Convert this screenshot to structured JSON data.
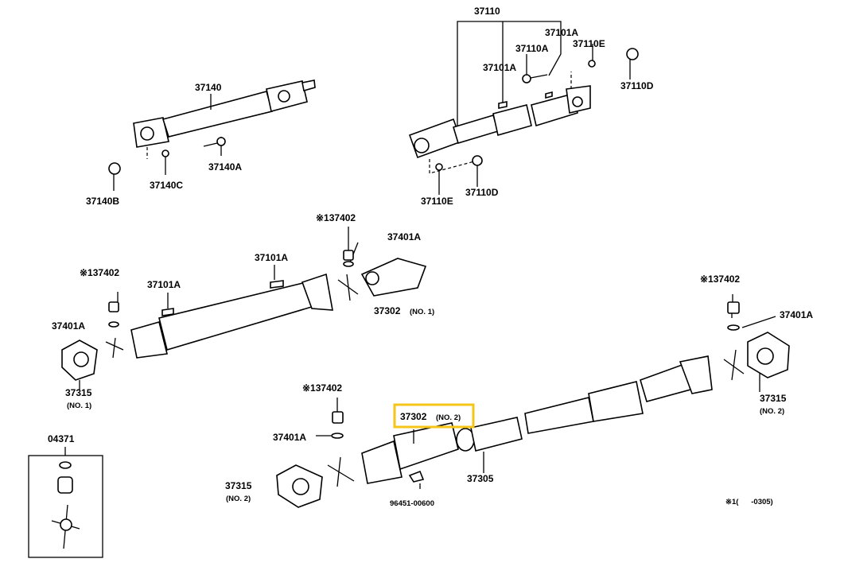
{
  "labels": {
    "top_assembly": "37110",
    "top_37101a_right": "37101A",
    "top_37110a": "37110A",
    "top_37110e_right": "37110E",
    "top_37101a_left": "37101A",
    "top_37110d_right": "37110D",
    "top_37110e_bottom": "37110E",
    "top_37110d_bottom": "37110D",
    "left_37140": "37140",
    "left_37140a": "37140A",
    "left_37140c": "37140C",
    "left_37140b": "37140B",
    "mid_37402_top": "※137402",
    "mid_37401a_top": "37401A",
    "mid_37101a_top": "37101A",
    "mid_37402_left": "※137402",
    "mid_37101a_left": "37101A",
    "mid_37302": "37302",
    "mid_37302_no": "(NO. 1)",
    "mid_37401a_left": "37401A",
    "mid_37315": "37315",
    "mid_37315_no": "(NO. 1)",
    "low_37402_right": "※137402",
    "low_37401a_right": "37401A",
    "low_37315_right": "37315",
    "low_37315_right_no": "(NO. 2)",
    "low_37402_left": "※137402",
    "low_37302": "37302",
    "low_37302_no": "(NO. 2)",
    "low_37401a_left": "37401A",
    "low_37315_left": "37315",
    "low_37315_left_no": "(NO. 2)",
    "low_37305": "37305",
    "low_96451": "96451-00600",
    "kit_04371": "04371",
    "footnote": "※1(      -0305)"
  },
  "highlight_color": "#f5c518"
}
